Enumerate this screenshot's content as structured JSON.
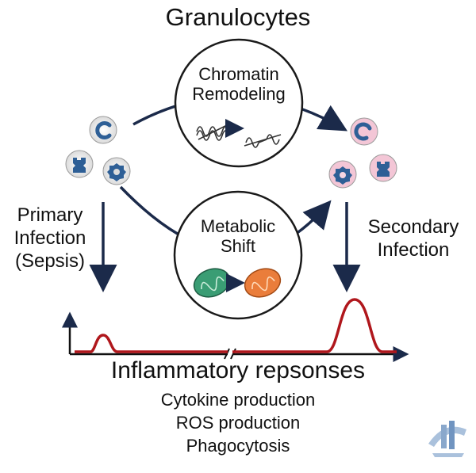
{
  "title": "Granulocytes",
  "chromatin": {
    "line1": "Chromatin",
    "line2": "Remodeling"
  },
  "metabolic": {
    "line1": "Metabolic",
    "line2": "Shift"
  },
  "primary": {
    "line1": "Primary",
    "line2": "Infection",
    "line3": "(Sepsis)"
  },
  "secondary": {
    "line1": "Secondary",
    "line2": "Infection"
  },
  "responses": {
    "title": "Inflammatory repsonses",
    "items": [
      "Cytokine production",
      "ROS production",
      "Phagocytosis"
    ]
  },
  "colors": {
    "arrow": "#1b2a4a",
    "curve": "#b0171c",
    "cell_blue": "#2e5f96",
    "cell_pink": "#e9a7bf",
    "mito_green": "#3a9d74",
    "mito_orange": "#ea7d3b"
  }
}
